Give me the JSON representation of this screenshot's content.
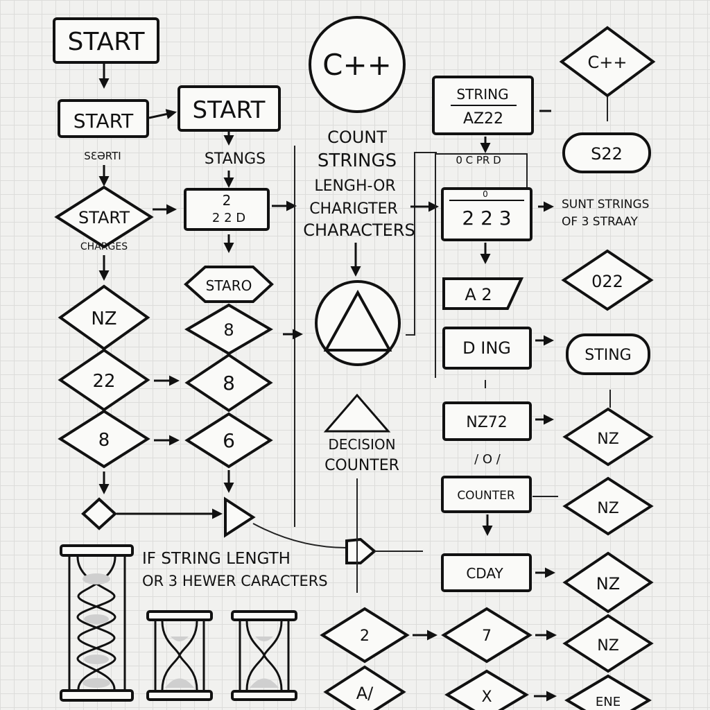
{
  "col1": {
    "start_top": "START",
    "start_mid": "START",
    "small_label": "SƐƏRTI",
    "start_diamond": "START",
    "charges_label": "CHARGES",
    "d1": "NZ",
    "d2": "22",
    "d3": "8"
  },
  "col2": {
    "start_box": "START",
    "stangs_label": "STANGS",
    "box_line1": "2",
    "box_line2": "2 2 D",
    "staro": "STARO",
    "d1": "8",
    "d2": "8",
    "d3": "6"
  },
  "center": {
    "cpp": "C++",
    "title_line1": "COUNT",
    "title_line2": "STRINGS",
    "title_line3": "LENGH-OR",
    "title_line4": "CHARIGTER",
    "title_line5": "CHARACTERS",
    "decision_line1": "DECISION",
    "decision_line2": "COUNTER"
  },
  "col3": {
    "string_box_line1": "STRING",
    "string_box_line2": "AZ22",
    "bracket_label": "0 C PR D",
    "box_223_top": "0",
    "box_223": "2 2 3",
    "box_az2": "A 2",
    "box_ding": "D ING",
    "box_nz72": "NZ72",
    "mark_below": "/ O /",
    "box_counter": "COUNTER",
    "box_cday": "CDAY",
    "bottom_d1": "2",
    "bottom_d2": "7",
    "bottom_d3": "A/",
    "bottom_d4": "X"
  },
  "col4": {
    "cpp_diamond": "C++",
    "s22_pill": "S22",
    "side_label_line1": "SUNT STRINGS",
    "side_label_line2": "OF 3 STRAAY",
    "d_022": "022",
    "string_pill": "STING",
    "d_nz1": "NZ",
    "d_nz2": "NZ",
    "d_nz3": "NZ",
    "d_nz4": "NZ",
    "end_label": "ENE"
  },
  "note": {
    "line1": "IF STRING LENGTH",
    "line2": "OR 3 HEWER CARACTERS"
  },
  "colors": {
    "paper": "#f1f1ef",
    "grid": "#dcdcda",
    "ink": "#111111",
    "sand": "#cfcfcf"
  }
}
